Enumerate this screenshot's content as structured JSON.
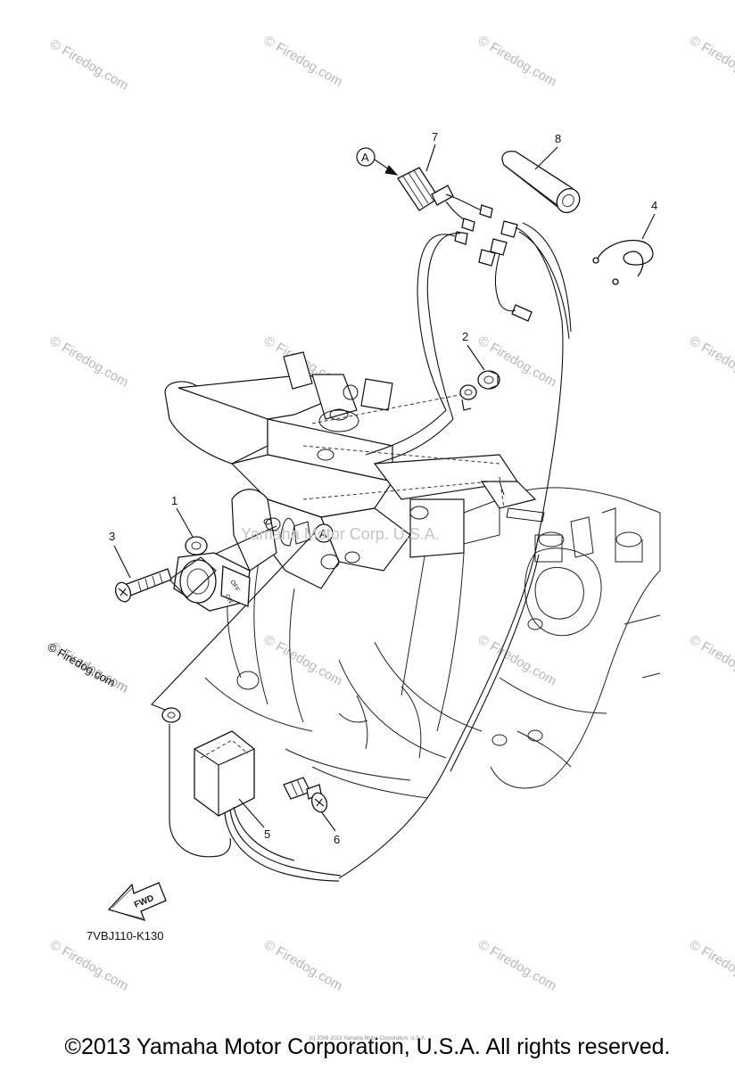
{
  "watermark": {
    "text": "© Firedog.com"
  },
  "ghost_watermark": "Yamaha Motor Corp. U.S.A.",
  "callouts": [
    {
      "id": "1",
      "label": "1"
    },
    {
      "id": "2",
      "label": "2"
    },
    {
      "id": "3",
      "label": "3"
    },
    {
      "id": "4",
      "label": "4"
    },
    {
      "id": "5",
      "label": "5"
    },
    {
      "id": "6",
      "label": "6"
    },
    {
      "id": "7",
      "label": "7"
    },
    {
      "id": "8",
      "label": "8"
    }
  ],
  "reference_marker": "A",
  "fwd_label": "FWD",
  "switch_labels": {
    "off": "OFF",
    "on": "ON"
  },
  "diagram_code": "7VBJ110-K130",
  "copyright": "©2013 Yamaha Motor Corporation, U.S.A. All rights reserved.",
  "tiny_copyright": "(c) 2006 2013 Yamaha Motor Corporation, U.S.A."
}
